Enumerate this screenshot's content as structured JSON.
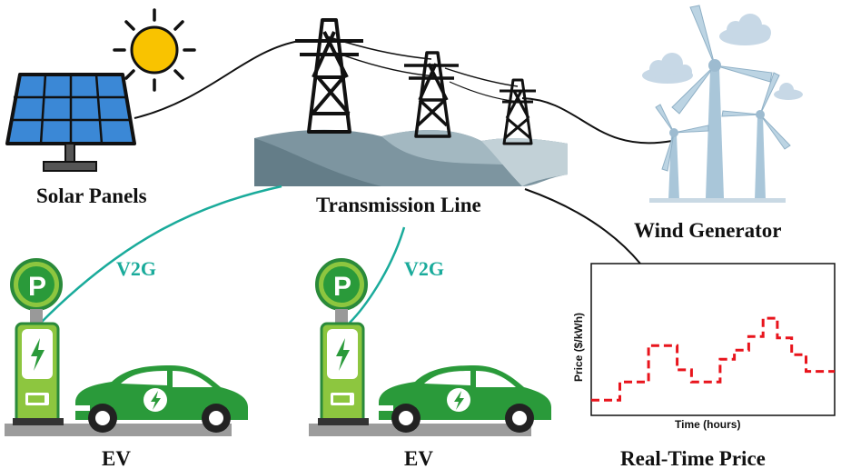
{
  "labels": {
    "solar": "Solar Panels",
    "transmission": "Transmission Line",
    "wind": "Wind Generator",
    "ev1": "EV",
    "ev2": "EV",
    "price": "Real-Time Price",
    "v2g1": "V2G",
    "v2g2": "V2G"
  },
  "chart_data": {
    "type": "line",
    "title": "",
    "xlabel": "Time (hours)",
    "ylabel": "Price ($/kWh)",
    "style": "step, dashed",
    "series": [
      {
        "values": [
          1.0,
          1.0,
          2.2,
          2.2,
          4.6,
          4.6,
          3.0,
          2.2,
          2.2,
          3.7,
          4.3,
          5.2,
          6.4,
          5.1,
          4.0,
          2.9,
          2.9
        ]
      }
    ],
    "ylim": [
      0,
      10
    ]
  },
  "colors": {
    "price_line": "#e8141c",
    "v2g_cable": "#1aab9b",
    "car_body": "#2a9a3a",
    "charger": "#8dc63f",
    "panel": "#3b88d6",
    "terrain": "#7d95a0",
    "turbine": "#a9c6d9",
    "sun": "#f9c300"
  },
  "icons": [
    "sun-icon",
    "solar-panel-icon",
    "transmission-tower-icon",
    "wind-turbine-icon",
    "cloud-icon",
    "charging-station-icon",
    "ev-car-icon",
    "lightning-bolt-icon",
    "battery-icon",
    "parking-plug-icon"
  ]
}
